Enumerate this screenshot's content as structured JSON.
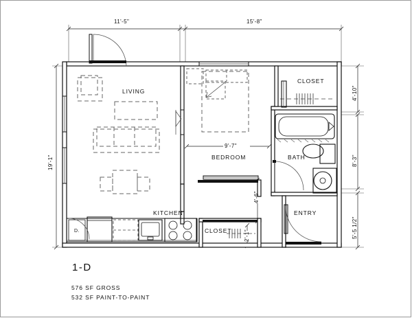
{
  "drawing": {
    "unit_code": "1-D",
    "area_gross": "576 SF GROSS",
    "area_paint": "532 SF PAINT-TO-PAINT"
  },
  "rooms": [
    {
      "name": "LIVING",
      "label": "LIVING"
    },
    {
      "name": "BEDROOM",
      "label": "BEDROOM"
    },
    {
      "name": "BATH",
      "label": "BATH"
    },
    {
      "name": "KITCHEN",
      "label": "KITCHEN"
    },
    {
      "name": "ENTRY",
      "label": "ENTRY"
    },
    {
      "name": "CLOSET_BED",
      "label": "CLOSET"
    },
    {
      "name": "CLOSET_HALL",
      "label": "CLOSET"
    }
  ],
  "dimensions": {
    "top_left": "11'-5\"",
    "top_right": "15'-8\"",
    "left_overall": "19'-1\"",
    "right_top": "4'-10\"",
    "right_mid": "8'-3\"",
    "right_bottom": "5'-5 1/2\"",
    "bedroom_width": "9'-7\"",
    "interior_vert": "4'-6\"",
    "closet_depth": "2'-1\""
  },
  "fixtures": {
    "kitchen_marker": "D.",
    "bathtub": "bathtub-fixture",
    "sink": "bath-sink-fixture",
    "toilet": "toilet-fixture",
    "range": "kitchen-range-fixture",
    "kitchen_sink": "kitchen-sink-fixture",
    "refrigerator": "refrigerator-fixture"
  },
  "colors": {
    "line": "#111111",
    "thin_line": "#555555",
    "dashed_furniture": "#666666",
    "background": "#ffffff"
  }
}
